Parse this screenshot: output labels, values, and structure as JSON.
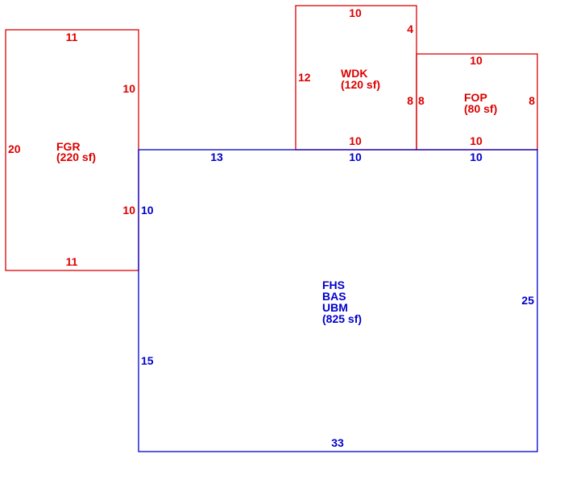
{
  "colors": {
    "addition": "#dd0000",
    "main": "#0000cc",
    "background": "#ffffff"
  },
  "fgr": {
    "code": "FGR",
    "area": "(220 sf)",
    "dim_top": "11",
    "dim_bottom": "11",
    "dim_left": "20",
    "dim_right_upper": "10",
    "dim_right_lower": "10"
  },
  "wdk": {
    "code": "WDK",
    "area": "(120 sf)",
    "dim_top": "10",
    "dim_right_upper": "4",
    "dim_left": "12",
    "dim_right_lower": "8",
    "dim_bottom": "10"
  },
  "fop": {
    "code": "FOP",
    "area": "(80 sf)",
    "dim_top": "10",
    "dim_left": "8",
    "dim_right": "8",
    "dim_bottom": "10"
  },
  "main": {
    "label_1": "FHS",
    "label_2": "BAS",
    "label_3": "UBM",
    "area": "(825 sf)",
    "dim_top_a": "13",
    "dim_top_b": "10",
    "dim_top_c": "10",
    "dim_left_upper": "10",
    "dim_left_lower": "15",
    "dim_right": "25",
    "dim_bottom": "33"
  }
}
